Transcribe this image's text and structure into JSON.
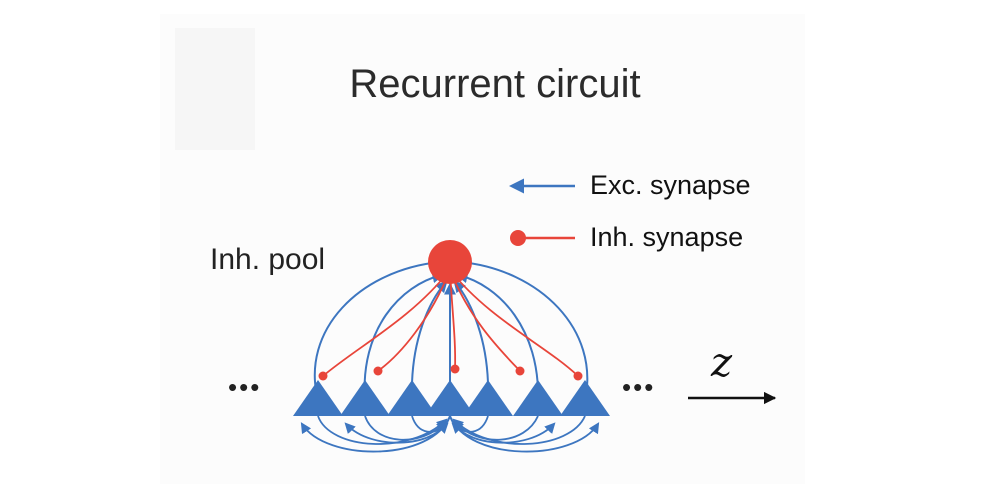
{
  "title": "Recurrent circuit",
  "pool_label": "Inh. pool",
  "axis_label": "z",
  "ellipsis_left": "•••",
  "ellipsis_right": "•••",
  "legend": {
    "excitatory": "Exc. synapse",
    "inhibitory": "Inh. synapse"
  },
  "colors": {
    "excitatory": "#3d76c0",
    "inhibitory": "#e8453a",
    "text": "#222222"
  }
}
